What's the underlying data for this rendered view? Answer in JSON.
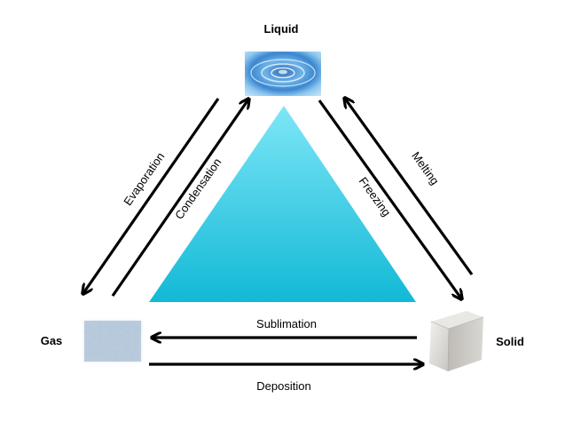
{
  "states": {
    "liquid": "Liquid",
    "gas": "Gas",
    "solid": "Solid"
  },
  "transitions": {
    "evaporation": "Evaporation",
    "condensation": "Condensation",
    "melting": "Melting",
    "freezing": "Freezing",
    "sublimation": "Sublimation",
    "deposition": "Deposition"
  },
  "colors": {
    "triangle_top": "#7ee6f7",
    "triangle_bottom": "#12b9d6",
    "arrow": "#000000",
    "water": "#4a8fd4",
    "gas_texture": "#7a97b4",
    "solid_block": "#d8d6d2"
  },
  "icons": {
    "liquid": "water-ripple-icon",
    "gas": "gas-texture-icon",
    "solid": "solid-block-icon"
  }
}
